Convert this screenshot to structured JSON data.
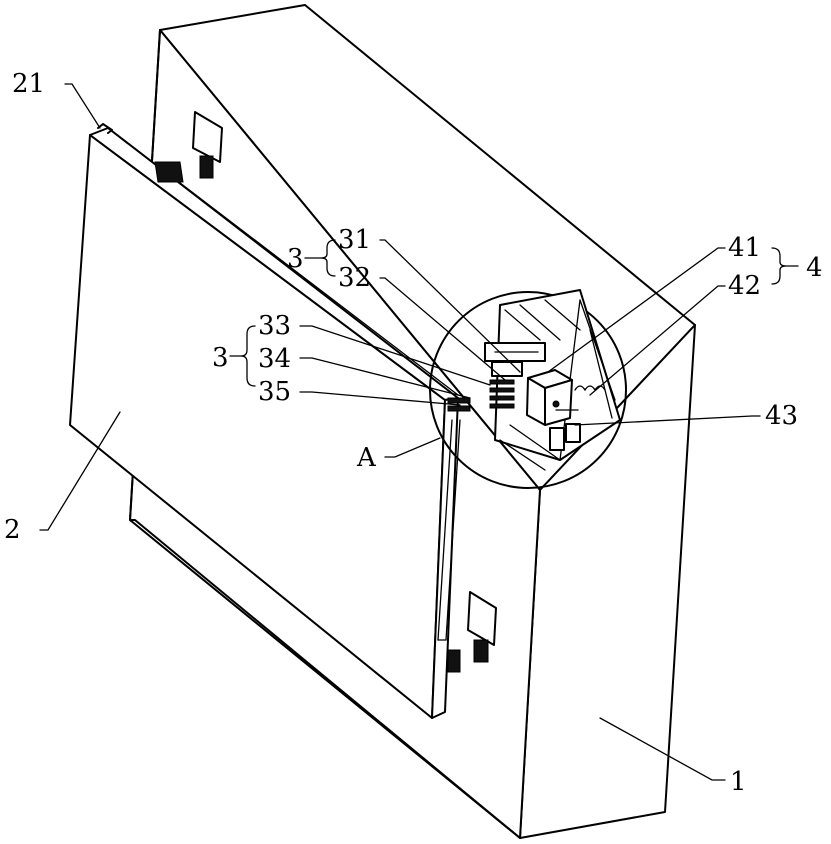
{
  "labels": {
    "l21": "21",
    "l2": "2",
    "l1": "1",
    "l3a": "3",
    "l31": "31",
    "l32": "32",
    "l3b": "3",
    "l33": "33",
    "l34": "34",
    "l35": "35",
    "lA": "A",
    "l41": "41",
    "l42": "42",
    "l4": "4",
    "l43": "43"
  },
  "colors": {
    "line": "#000000",
    "background": "#ffffff"
  }
}
